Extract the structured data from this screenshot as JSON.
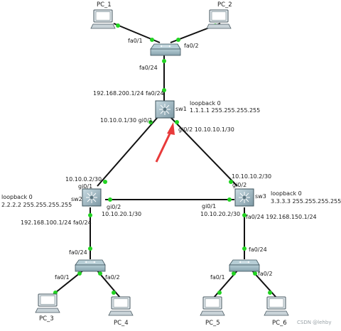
{
  "colors": {
    "link": "#111111",
    "port_up": "#22d322",
    "arrow": "#e83a3a",
    "device_body": "#7e9aa6",
    "device_top": "#a9c3cc",
    "pc_screen": "#ffffff",
    "pc_body": "#dfe6ea"
  },
  "devices": {
    "pc1": {
      "name": "PC_1",
      "icon": "pc-icon"
    },
    "pc2": {
      "name": "PC_2",
      "icon": "pc-icon"
    },
    "pc3": {
      "name": "PC_3",
      "icon": "pc-icon"
    },
    "pc4": {
      "name": "PC_4",
      "icon": "pc-icon"
    },
    "pc5": {
      "name": "PC_5",
      "icon": "pc-icon"
    },
    "pc6": {
      "name": "PC_6",
      "icon": "pc-icon"
    },
    "sw_top": {
      "name": "",
      "icon": "switch-icon"
    },
    "sw_left": {
      "name": "",
      "icon": "switch-icon"
    },
    "sw_right": {
      "name": "",
      "icon": "switch-icon"
    },
    "sw1": {
      "name": "sw1",
      "icon": "multilayer-switch-icon"
    },
    "sw2": {
      "name": "sw2",
      "icon": "multilayer-switch-icon"
    },
    "sw3": {
      "name": "sw3",
      "icon": "multilayer-switch-icon"
    }
  },
  "labels": {
    "top_fa01": "fa0/1",
    "top_fa02": "fa0/2",
    "top_fa024": "fa0/24",
    "sw1_fa024": "192.168.200.1/24  fa0/24",
    "sw1_loopback_title": "loopback 0",
    "sw1_loopback_addr": "1.1.1.1 255.255.255.255",
    "sw1_gi01": "10.10.0.1/30  gi0/1",
    "sw1_gi02": "gi0/2   10.10.10.1/30",
    "sw2_gi01_ip": "10.10.0.2/30",
    "sw2_gi01": "gi0/1",
    "sw2_loopback_title": "loopback 0",
    "sw2_loopback_addr": "2.2.2.2 255.255.255.255",
    "sw2_gi02": "gi0/2",
    "sw2_gi02_ip": "10.10.20.1/30",
    "sw2_fa024": "192.168.100.1/24  fa0/24",
    "sw3_gi02_ip": "10.10.10.2/30",
    "sw3_gi02": "gi0/2",
    "sw3_loopback_title": "loopback 0",
    "sw3_loopback_addr": "3.3.3.3 255.255.255.255",
    "sw3_gi01": "gi0/1",
    "sw3_gi01_ip": "10.10.20.2/30",
    "sw3_fa024": "fa0/24  192.168.150.1/24",
    "left_fa024": "fa0/24",
    "left_fa01": "fa0/1",
    "left_fa02": "fa0/2",
    "right_fa024": "fa0/24",
    "right_fa01": "fa0/1",
    "right_fa02": "fa0/2",
    "watermark": "CSDN @lehby"
  }
}
